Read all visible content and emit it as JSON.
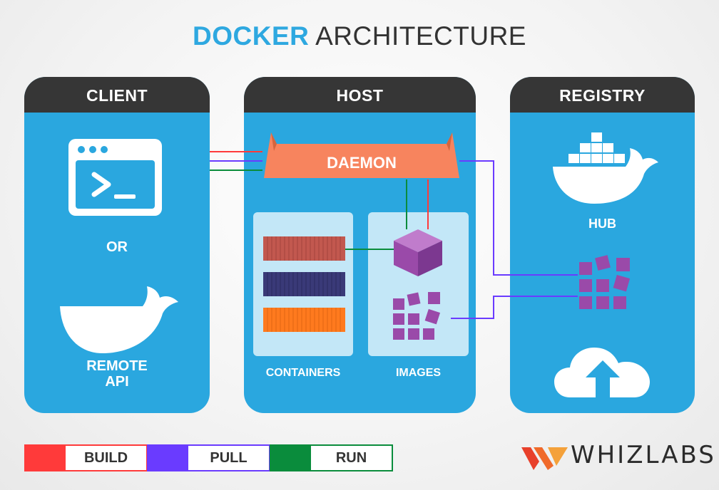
{
  "title": {
    "accent": "DOCKER",
    "rest": "ARCHITECTURE"
  },
  "panels": {
    "client": {
      "header": "CLIENT",
      "or_label": "OR",
      "remote_api_line1": "REMOTE",
      "remote_api_line2": "API"
    },
    "host": {
      "header": "HOST",
      "daemon": "DAEMON",
      "containers": "CONTAINERS",
      "images": "IMAGES"
    },
    "registry": {
      "header": "REGISTRY",
      "hub": "HUB"
    }
  },
  "legend": [
    {
      "label": "BUILD",
      "color": "#ff3a3a"
    },
    {
      "label": "PULL",
      "color": "#6a3bff"
    },
    {
      "label": "RUN",
      "color": "#0a8c3c"
    }
  ],
  "logo": {
    "text": "WHIZLABS"
  },
  "colors": {
    "panel_blue": "#2aa7df",
    "header_dark": "#363636",
    "daemon_orange": "#f7845e",
    "image_purple": "#9a4aa9",
    "container_red": "#c2584f",
    "container_navy": "#3a3a78",
    "container_orange": "#ff7a1e"
  },
  "icons": [
    "terminal-icon",
    "whale-icon",
    "docker-whale-icon",
    "cube-icon",
    "image-blocks-icon",
    "cloud-upload-icon"
  ]
}
